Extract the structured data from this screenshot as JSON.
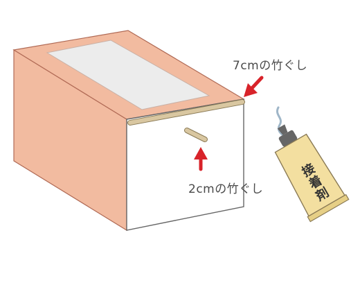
{
  "labels": {
    "long_skewer": "7cmの竹ぐし",
    "short_skewer": "2cmの竹ぐし",
    "glue_tube": "接着剤"
  },
  "colors": {
    "box_side": "#f2bba0",
    "box_top": "#f2bba0",
    "box_front": "#ffffff",
    "top_window": "#ececec",
    "outline": "#b06a55",
    "skewer": "#d9c7a1",
    "arrow": "#d8232a",
    "glue_body": "#f3dfa0",
    "glue_cap": "#666666",
    "glue_drip": "#9fb6c8",
    "text": "#4a4a4a"
  },
  "icons": {
    "arrow_long": "red-arrow-icon",
    "arrow_short": "red-arrow-icon",
    "glue": "glue-tube-icon"
  }
}
